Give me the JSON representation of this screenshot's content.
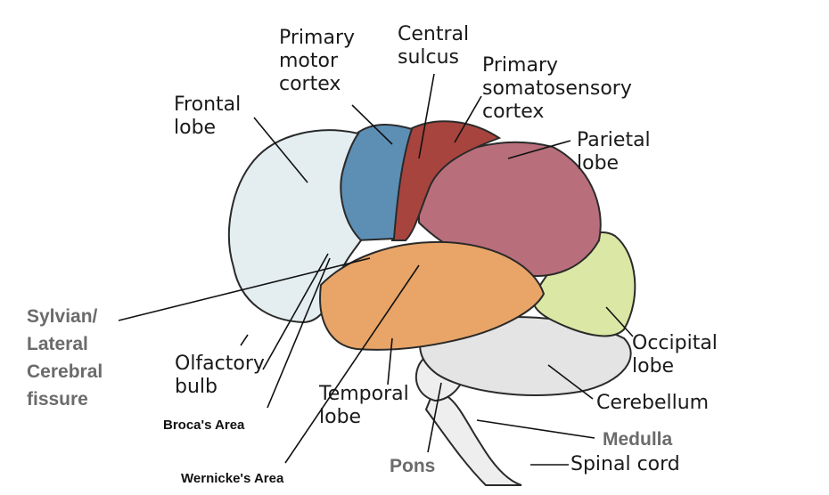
{
  "labels": {
    "primary_motor_cortex": "Primary\nmotor\ncortex",
    "central_sulcus": "Central\nsulcus",
    "primary_somatosensory_cortex": "Primary\nsomatosensory\ncortex",
    "frontal_lobe": "Frontal\nlobe",
    "parietal_lobe": "Parietal\nlobe",
    "sylvian_fissure": "Sylvian/\nLateral\nCerebral\nfissure",
    "olfactory_bulb": "Olfactory\nbulb",
    "brocas_area": "Broca's Area",
    "wernickes_area": "Wernicke's Area",
    "temporal_lobe": "Temporal\nlobe",
    "occipital_lobe": "Occipital\nlobe",
    "cerebellum": "Cerebellum",
    "medulla": "Medulla",
    "pons": "Pons",
    "spinal_cord": "Spinal cord"
  },
  "colors": {
    "frontal": "#e4eef1",
    "motor": "#5d8fb5",
    "somatosensory": "#a8443e",
    "parietal": "#b86f7b",
    "temporal": "#e8a567",
    "occipital": "#dbe7a4",
    "cerebellum": "#e4e4e4",
    "brainstem": "#eeeeee",
    "outline": "#2a2a2a"
  }
}
